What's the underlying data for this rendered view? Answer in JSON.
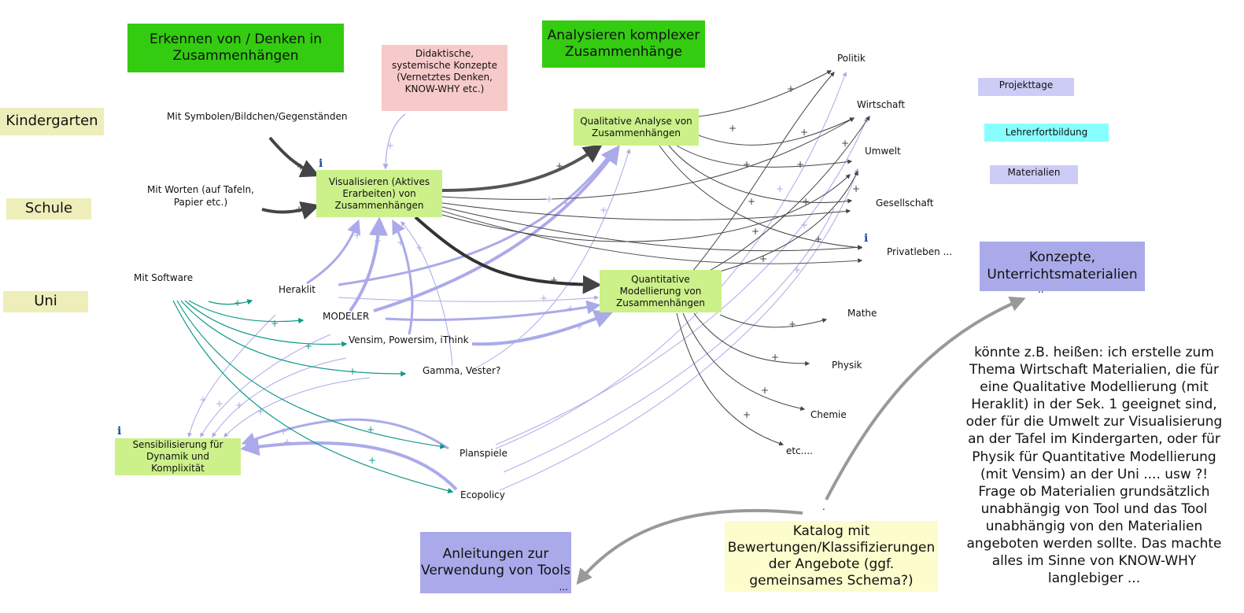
{
  "diagram": {
    "headers": {
      "erkennen": "Erkennen von / Denken in Zusammenhängen",
      "analysieren": "Analysieren komplexer Zusammenhänge"
    },
    "levels": [
      "Kindergarten",
      "Schule",
      "Uni"
    ],
    "concepts_note": "Didaktische, systemische Konzepte (Vernetztes Denken, KNOW-WHY etc.)",
    "methods": {
      "symbole": "Mit Symbolen/Bildchen/Gegenständen",
      "worten": "Mit Worten (auf Tafeln, Papier etc.)",
      "software": "Mit Software"
    },
    "tools": [
      "Heraklit",
      "MODELER",
      "Vensim, Powersim, iThink",
      "Gamma, Vester?",
      "Planspiele",
      "Ecopolicy"
    ],
    "process_nodes": {
      "visualisieren": "Visualisieren (Aktives Erarbeiten) von Zusammenhängen",
      "qualitative": "Qualitative Analyse von Zusammenhängen",
      "quantitative": "Quantitative Modellierung von Zusammenhängen",
      "sensibilisierung": "Sensibilisierung für Dynamik und Komplixität"
    },
    "domains_social": [
      "Politik",
      "Wirtschaft",
      "Umwelt",
      "Gesellschaft",
      "Privatleben ..."
    ],
    "domains_science": [
      "Mathe",
      "Physik",
      "Chemie",
      "etc...."
    ],
    "offers": {
      "projekttage": "Projekttage",
      "lehrerfortbildung": "Lehrerfortbildung",
      "materialien": "Materialien"
    },
    "konzepte": "Konzepte, Unterrichtsmaterialien",
    "konzepte_more": "..",
    "anleitungen": "Anleitungen zur Verwendung von Tools",
    "anleitungen_more": "...",
    "katalog": "Katalog mit Bewertungen/Klassifizierungen der Angebote (ggf. gemeinsames Schema?)",
    "katalog_dot": ".",
    "note_lines": [
      "könnte z.B. heißen: ich erstelle zum",
      "Thema Wirtschaft Materialien, die für",
      "eine Qualitative Modellierung (mit",
      "Heraklit) in der Sek. 1 geeignet sind,",
      "oder für die Umwelt zur Visualisierung",
      "an der Tafel im Kindergarten, oder für",
      "Physik für Quantitative Modellierung",
      "(mit Vensim) an der Uni .... usw ?!",
      "Frage ob Materialien grundsätzlich",
      "unabhängig von Tool und das Tool",
      "unabhängig von den Materialien",
      "angeboten werden sollte. Das machte",
      "alles im Sinne von KNOW-WHY",
      "langlebiger ..."
    ],
    "info_glyph": "i",
    "link_sign": "+",
    "colors": {
      "dark_link": "#444444",
      "lavender_link": "#aaaaea",
      "teal_link": "#11998a",
      "gray_link": "#999999",
      "header_green": "#33cc11",
      "node_green": "#ccf08a",
      "level_beige": "#eeeebb"
    }
  }
}
